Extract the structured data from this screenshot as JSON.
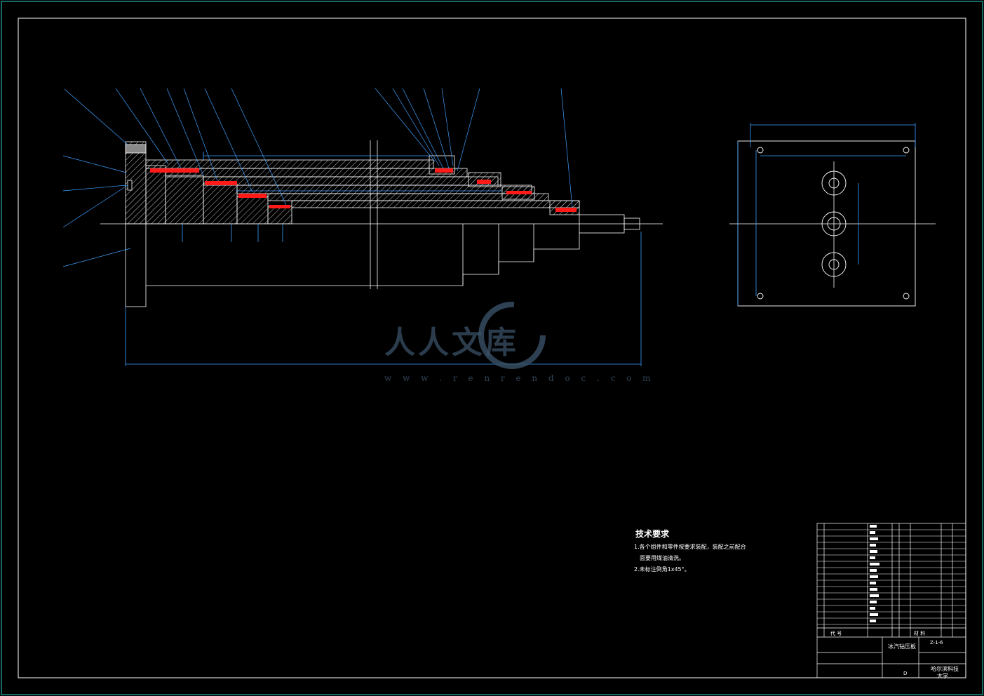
{
  "drawing": {
    "tech_requirements": {
      "title": "技术要求",
      "lines": [
        "1.各个组件和零件按要求装配，装配之前配合",
        "面要用煤油清洗。",
        "2.未标注倒角1x45°。"
      ]
    },
    "title_block": {
      "drawing_name": "冰汽钻压板",
      "drawing_number": "Z-1-6",
      "school_line1": "哈尔滨科技",
      "school_line2": "大学",
      "col_code": "代 号",
      "col_material": "材 料",
      "stage_mark": "D"
    },
    "watermark": {
      "text": "人人文库",
      "url": "w w w . r e n r e n d o c . c o m"
    }
  }
}
